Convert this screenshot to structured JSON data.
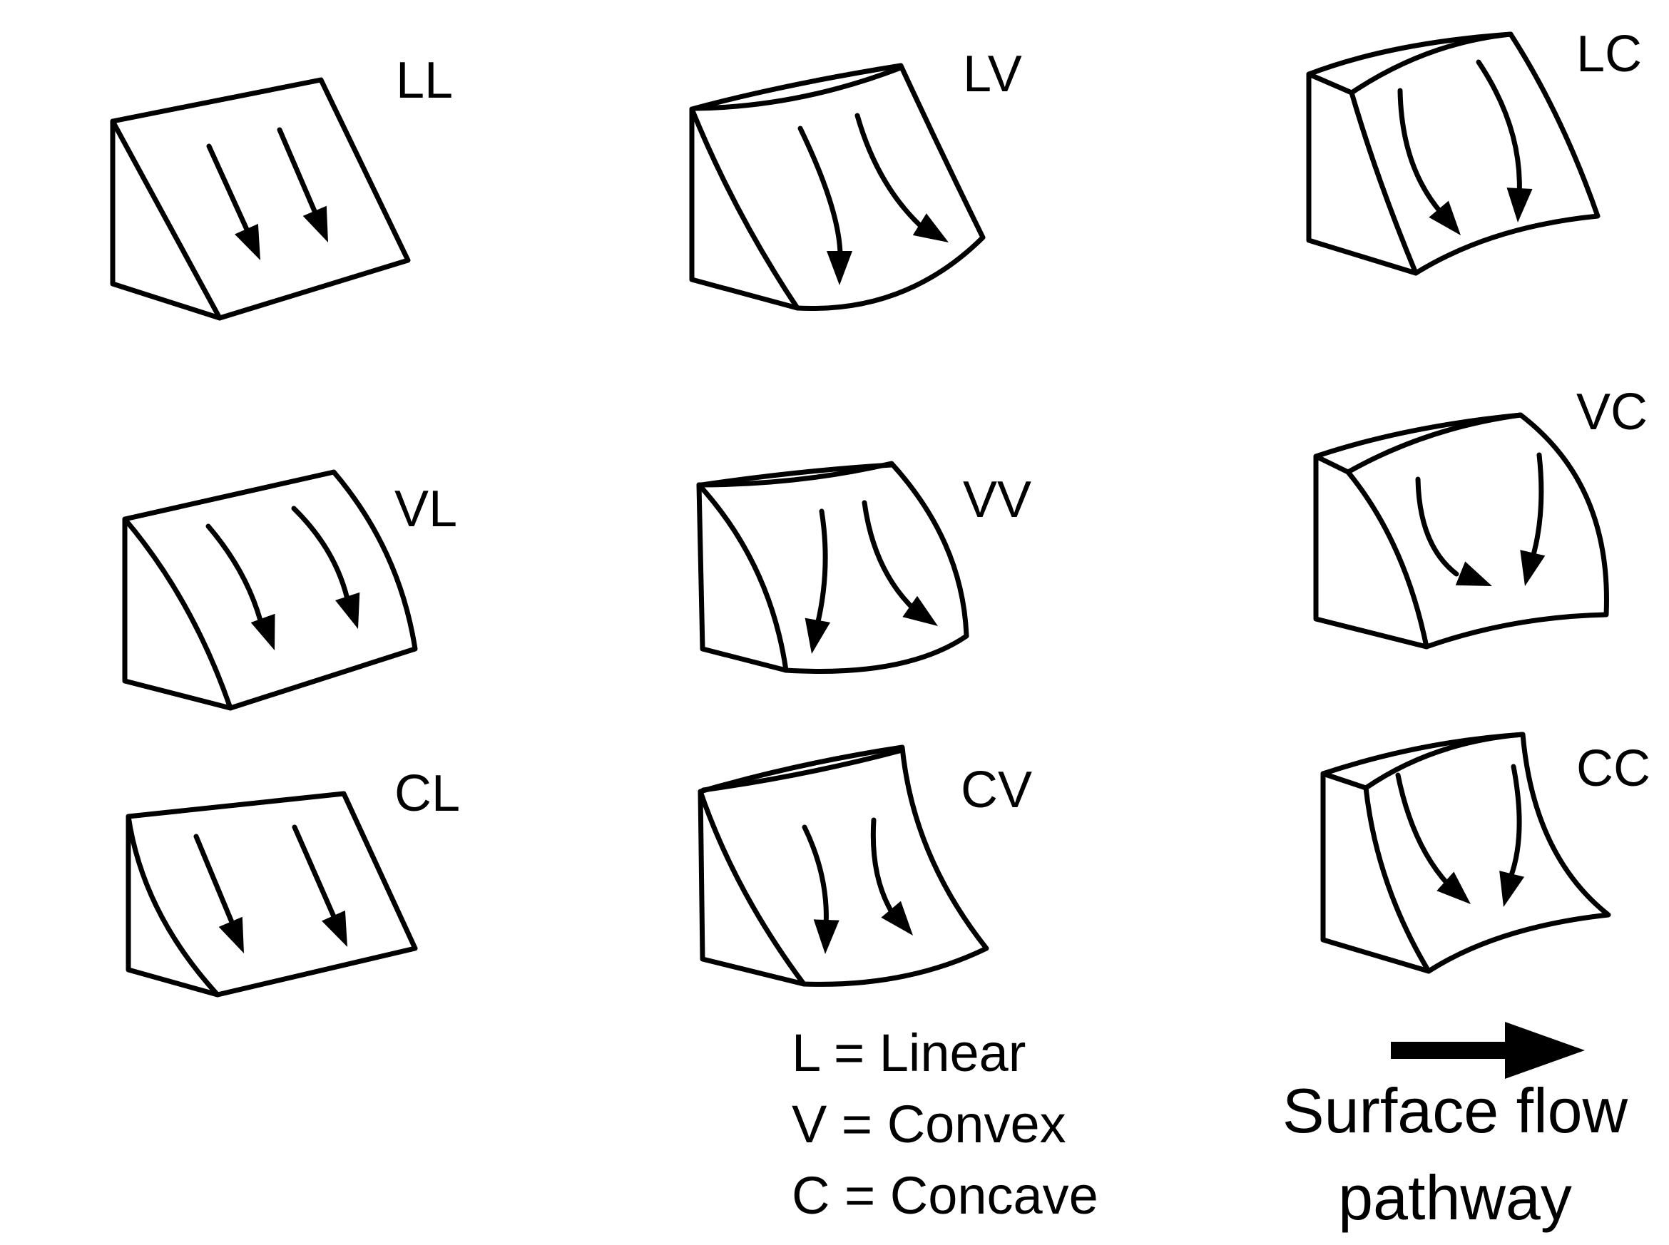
{
  "shapes": [
    {
      "code": "LL"
    },
    {
      "code": "LV"
    },
    {
      "code": "LC"
    },
    {
      "code": "VL"
    },
    {
      "code": "VV"
    },
    {
      "code": "VC"
    },
    {
      "code": "CL"
    },
    {
      "code": "CV"
    },
    {
      "code": "CC"
    }
  ],
  "legend": {
    "linear": "L = Linear",
    "convex": "V = Convex",
    "concave": "C = Concave"
  },
  "flow_key": {
    "line1": "Surface flow",
    "line2": "pathway"
  },
  "colors": {
    "ink": "#000000",
    "background": "#ffffff"
  }
}
